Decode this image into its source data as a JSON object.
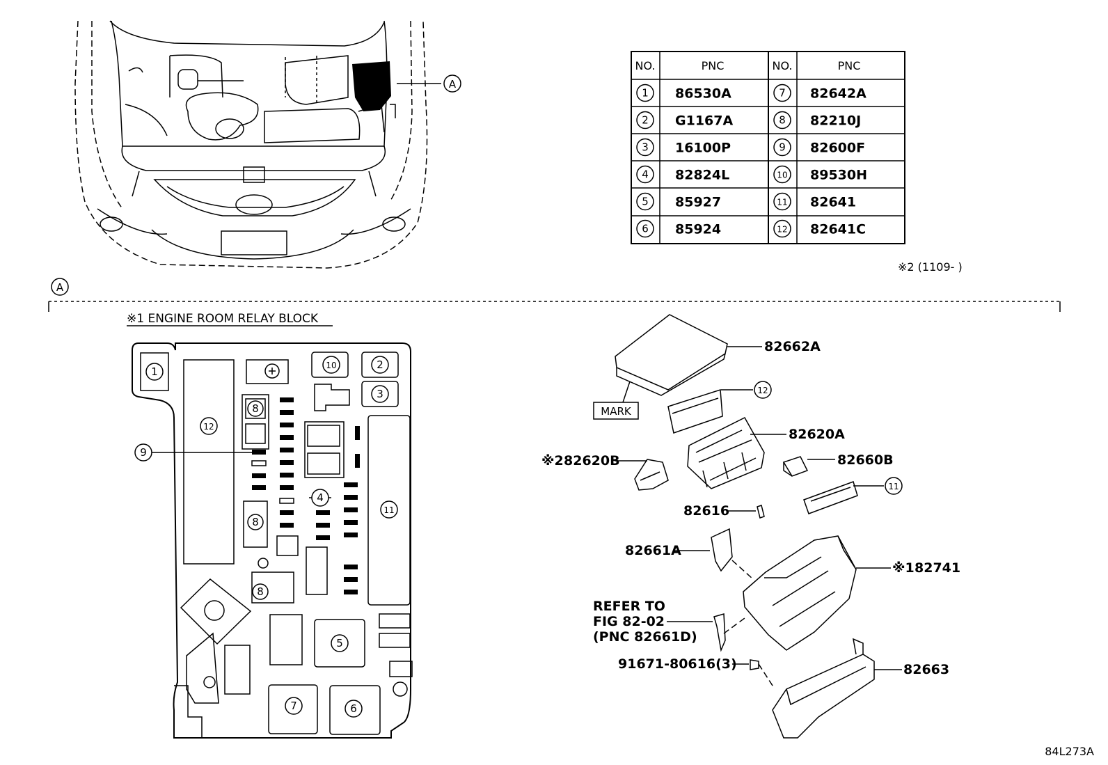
{
  "parts_table": {
    "header": {
      "no": "NO.",
      "pnc": "PNC"
    },
    "rows": [
      {
        "left_no": "1",
        "left_pnc": "86530A",
        "right_no": "7",
        "right_pnc": "82642A"
      },
      {
        "left_no": "2",
        "left_pnc": "G1167A",
        "right_no": "8",
        "right_pnc": "82210J"
      },
      {
        "left_no": "3",
        "left_pnc": "16100P",
        "right_no": "9",
        "right_pnc": "82600F"
      },
      {
        "left_no": "4",
        "left_pnc": "82824L",
        "right_no": "10",
        "right_pnc": "89530H"
      },
      {
        "left_no": "5",
        "left_pnc": "85927",
        "right_no": "11",
        "right_pnc": "82641"
      },
      {
        "left_no": "6",
        "left_pnc": "85924",
        "right_no": "12",
        "right_pnc": "82641C"
      }
    ]
  },
  "note_date": "※2 (1109-      )",
  "view_marker": "A",
  "relay_block_title": "※1 ENGINE ROOM RELAY BLOCK",
  "relay_block_labels": {
    "r1": "1",
    "r2": "2",
    "r3": "3",
    "r4": "4",
    "r5": "5",
    "r6": "6",
    "r7": "7",
    "r8a": "8",
    "r8b": "8",
    "r8c": "8",
    "r9": "9",
    "r10": "10",
    "r11": "11",
    "r12": "12"
  },
  "exploded": {
    "cover": "82662A",
    "mark": "MARK",
    "item12": "12",
    "frame": "82620A",
    "note2_prefix": "※2",
    "bracket_b": "82620B",
    "relay_b": "82660B",
    "item11": "11",
    "clip": "82616",
    "stay": "82661A",
    "note1_prefix": "※1",
    "block": "82741",
    "refer_line1": "REFER TO",
    "refer_line2": "FIG 82-02",
    "refer_line3": "(PNC 82661D)",
    "bolt": "91671-80616(3)",
    "lower_cover": "82663"
  },
  "figure_code": "84L273A"
}
